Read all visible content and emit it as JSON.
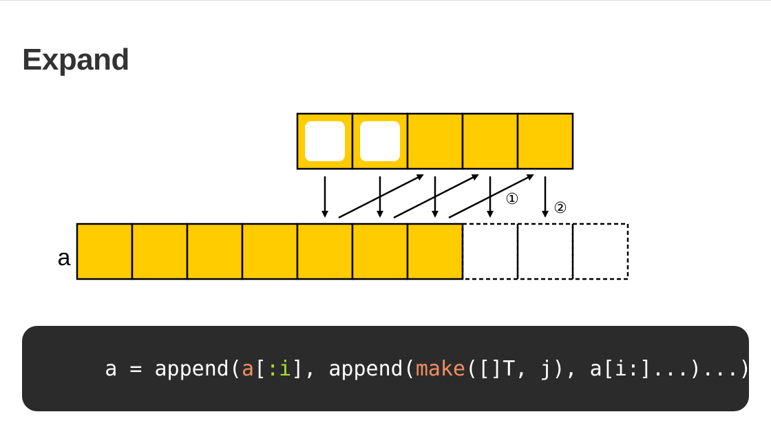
{
  "page": {
    "title": "Expand"
  },
  "diagram": {
    "array_label": "a",
    "step_labels": [
      "①",
      "②"
    ],
    "colors": {
      "cell_fill": "#ffcc00",
      "cell_stroke": "#000000",
      "hollow_fill": "#ffffff",
      "arrow": "#000000"
    },
    "top_row": {
      "cell_count": 5,
      "hollow_cells": [
        0,
        1
      ]
    },
    "bottom_row": {
      "filled_count": 7,
      "dashed_count": 3
    }
  },
  "code": {
    "colors": {
      "background": "#2b2b2b",
      "text": "#ffffff",
      "highlight_var": "#f08d64",
      "highlight_index": "#a6e22e"
    },
    "tokens": [
      {
        "text": "a = append(",
        "kind": "plain"
      },
      {
        "text": "a",
        "kind": "var"
      },
      {
        "text": "[",
        "kind": "plain"
      },
      {
        "text": ":i",
        "kind": "idx"
      },
      {
        "text": "], append(",
        "kind": "plain"
      },
      {
        "text": "make",
        "kind": "fn"
      },
      {
        "text": "([]T, j), a[i:]...)...)",
        "kind": "plain"
      }
    ]
  }
}
